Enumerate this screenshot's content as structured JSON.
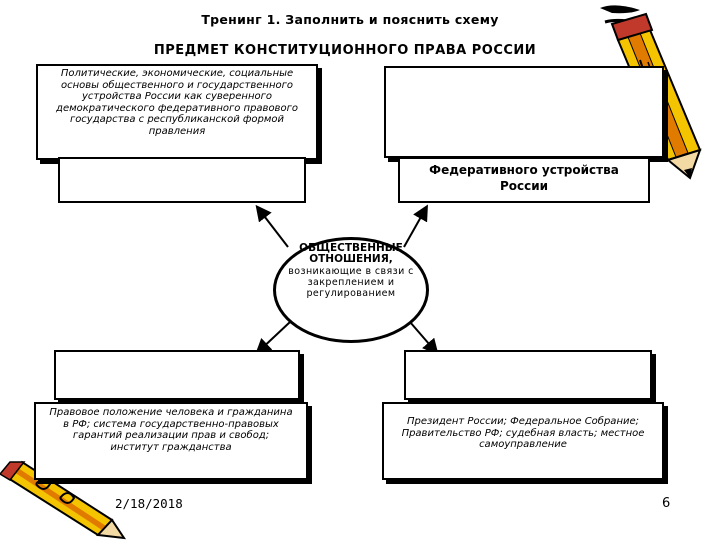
{
  "slide": {
    "title": "Тренинг 1. Заполнить и пояснить схему",
    "subject": "ПРЕДМЕТ КОНСТИТУЦИОННОГО ПРАВА РОССИИ",
    "date": "2/18/2018",
    "page_number": "6"
  },
  "diagram": {
    "top_left_text": "Политические, экономические, социальные основы общественного и государственного устройства России как суверенного демократического федеративного правового государства с республиканской формой правления",
    "right_upper_text": "Федеративного устройства России",
    "center": {
      "head": "ОБЩЕСТВЕННЫЕ ОТНОШЕНИЯ,",
      "body": "возникающие в связи с закреплением и регулированием"
    },
    "bottom_left_text": "Правовое положение человека и гражданина в РФ; система государственно-правовых гарантий реализации прав и свобод; институт гражданства",
    "bottom_right_text": "Президент России; Федеральное Собрание; Правительство РФ; судебная власть; местное самоуправление"
  },
  "colors": {
    "pencil_body": "#f5c400",
    "pencil_tip": "#c0392b",
    "pencil_stripe": "#e07b00"
  },
  "icons": [
    "pencil-icon-top-right",
    "pencil-icon-bottom-left"
  ]
}
